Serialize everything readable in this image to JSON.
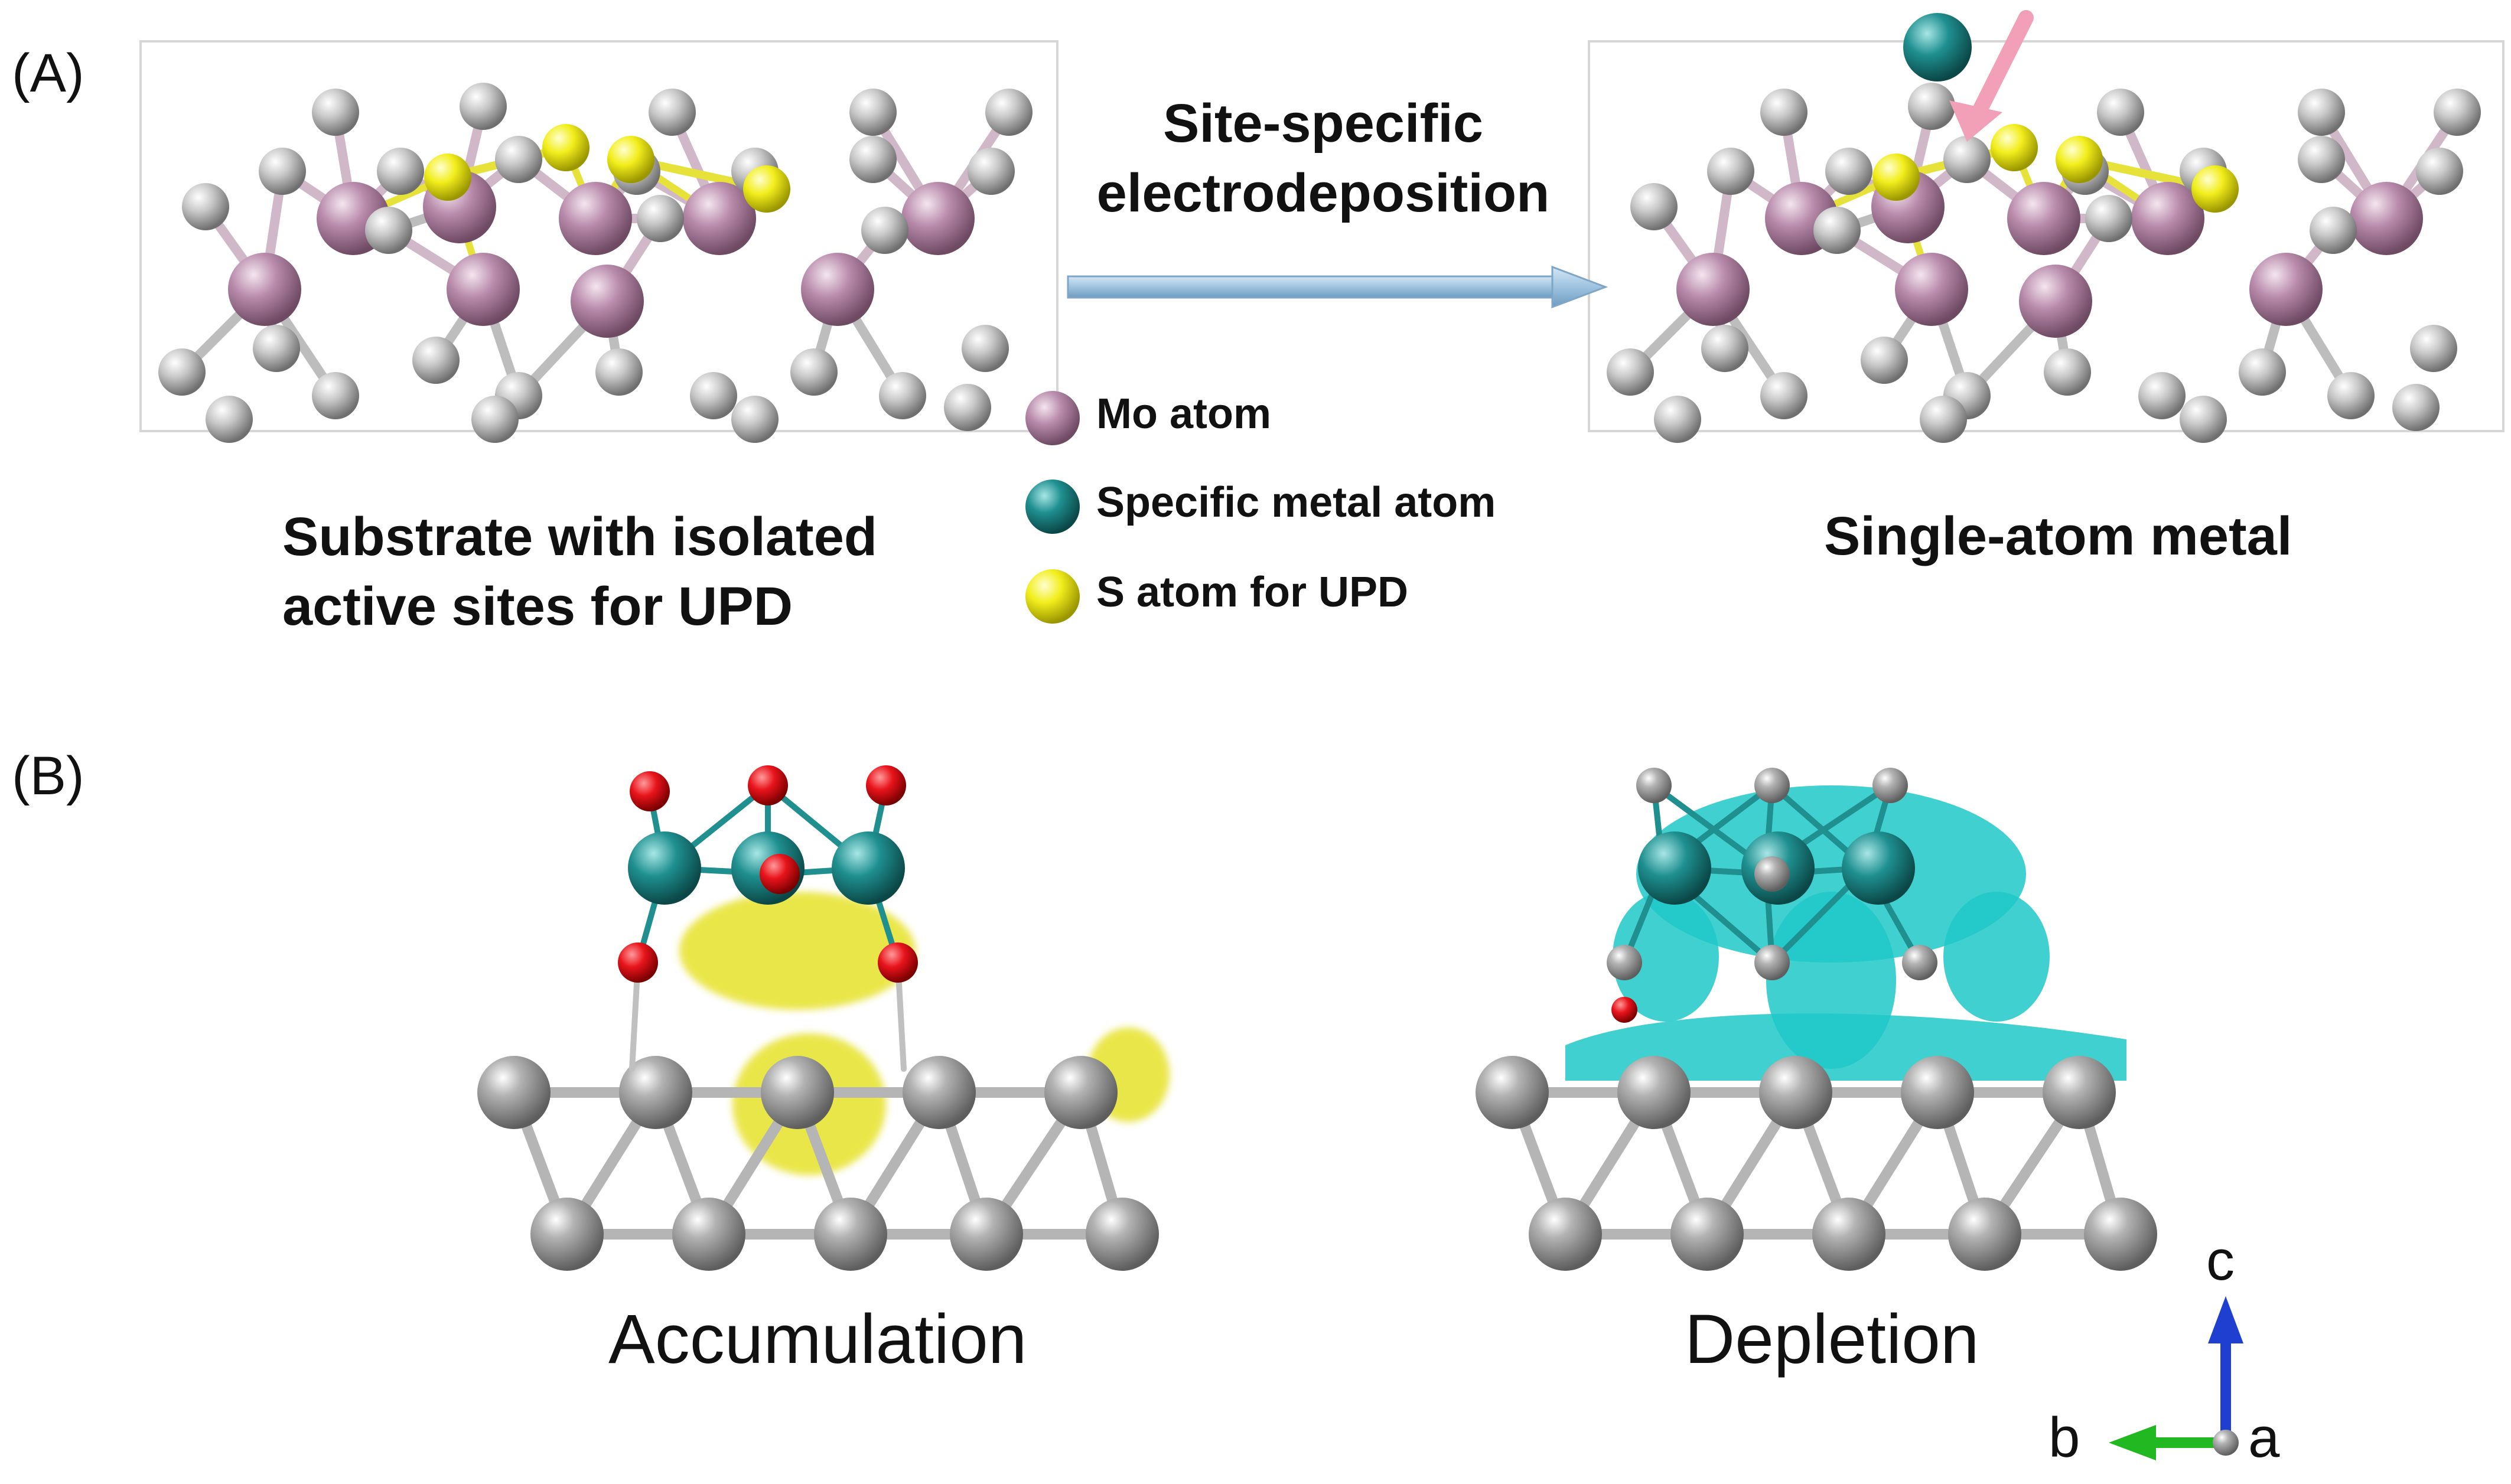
{
  "panel_a": {
    "label": "(A)",
    "arrow_label_line1": "Site-specific",
    "arrow_label_line2": "electrodeposition",
    "left_caption_line1": "Substrate with isolated",
    "left_caption_line2": "active sites for UPD",
    "right_caption": "Single-atom metal",
    "legend": [
      {
        "label": "Mo atom",
        "color": "#b88aab",
        "icon": "mo-atom-icon"
      },
      {
        "label": "Specific metal atom",
        "color": "#1f8f8f",
        "icon": "metal-atom-icon"
      },
      {
        "label": "S atom for UPD",
        "color": "#f2ee1c",
        "icon": "s-atom-icon"
      }
    ]
  },
  "panel_b": {
    "label": "(B)",
    "left_caption": "Accumulation",
    "right_caption": "Depletion",
    "accumulation_color": "#e6e22a",
    "depletion_color": "#20c8c8",
    "axes": {
      "c": "c",
      "b": "b",
      "a": "a"
    }
  },
  "colors": {
    "mo": "#b88aab",
    "se_grey": "#b9b9b9",
    "s_yellow": "#f2ee1c",
    "metal_teal": "#1f8f8f",
    "oxygen_red": "#e8141c",
    "arrow_fill": "#9ec3e0",
    "pink_arrow": "#f2a0b8",
    "axis_c": "#1f3fd1",
    "axis_b": "#22b822"
  }
}
